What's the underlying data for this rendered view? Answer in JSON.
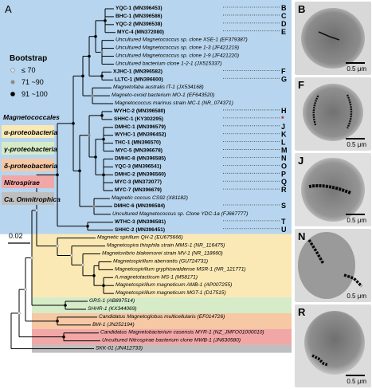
{
  "panel_label": "A",
  "bootstrap": {
    "title": "Bootstrap",
    "items": [
      "≤ 70",
      "71 ~90",
      "91 ~100"
    ]
  },
  "groups_title": "Magnetococcales",
  "groups": [
    "α-proteobacteria",
    "γ-proteobacteria",
    "δ-proteobacteria",
    "Nitrospirae",
    "Ca. Omnitrophica"
  ],
  "scale": "0.02",
  "colors": {
    "magnetococcales": "#b7d5ee",
    "alpha": "#fbe9b5",
    "gamma": "#d6ecc8",
    "delta": "#f6c8a4",
    "nitrospirae": "#f2a7a7",
    "omnitrophica": "#bfbfbf"
  },
  "taxa": [
    {
      "label": "YQC-1 (MN396453)",
      "code": "B"
    },
    {
      "label": "BHC-1 (MN396586)",
      "code": "C"
    },
    {
      "label": "YQC-2 (MN396538)",
      "code": "D"
    },
    {
      "label": "MYC-4 (MN372080)",
      "code": "E"
    },
    {
      "label": "Uncultured Magnetococcus sp. clone XSE-1 (EF379387)",
      "code": ""
    },
    {
      "label": "Uncultured Magnetococcus sp. clone 1-3 (JF421219)",
      "code": ""
    },
    {
      "label": "Uncultured Magnetococcus sp. clone 1-9 (JF421220)",
      "code": ""
    },
    {
      "label": "Uncultured bacterium clone 1-2-1 (JX515337)",
      "code": ""
    },
    {
      "label": "XJHC-1 (MN396582)",
      "code": "F"
    },
    {
      "label": "LLTC-1 (MN396600)",
      "code": "G"
    },
    {
      "label": "Magnetofaba australis IT-1 (JX534168)",
      "code": ""
    },
    {
      "label": "Magneto-ovoid bacterium MO-1 (EF643520)",
      "code": ""
    },
    {
      "label": "Magnetococcus marinus strain MC-1 (NR_074371)",
      "code": ""
    },
    {
      "label": "WYHC-2 (MN396580)",
      "code": "H"
    },
    {
      "label": "SHHC-1 (KY302295)",
      "code": "*"
    },
    {
      "label": "DMHC-1 (MN396579)",
      "code": "J"
    },
    {
      "label": "WYHC-1 (MN396452)",
      "code": "K"
    },
    {
      "label": "THC-1 (MN396570)",
      "code": "L"
    },
    {
      "label": "MYC-5 (MN396678)",
      "code": "M"
    },
    {
      "label": "DMHC-8 (MN396585)",
      "code": "N"
    },
    {
      "label": "YQC-3 (MN396541)",
      "code": "O"
    },
    {
      "label": "DMHC-2 (MN396560)",
      "code": "P"
    },
    {
      "label": "MYC-3 (MN372077)",
      "code": "Q"
    },
    {
      "label": "MYC-7 (MN396679)",
      "code": "R"
    },
    {
      "label": "Magnetic coccus CS92 (X81182)",
      "code": ""
    },
    {
      "label": "DMHC-6 (MN396584)",
      "code": "S"
    },
    {
      "label": "Uncultured Magnetococcus sp. Clone YDC-1a (FJ667777)",
      "code": ""
    },
    {
      "label": "WTHC-3 (MN396581)",
      "code": "T"
    },
    {
      "label": "SHHC-2 (MN396451)",
      "code": "U"
    },
    {
      "label": "Magnetic spirillum QH-2 (EU675666)",
      "code": ""
    },
    {
      "label": "Magnetospira thiophila strain MMS-1 (NR_116475)",
      "code": ""
    },
    {
      "label": "Magnetovibrio blakemorei strain MV-1 (NR_118660)",
      "code": ""
    },
    {
      "label": "Magnetospirillum aberrantis (GU724731)",
      "code": ""
    },
    {
      "label": "Magnetospirillum gryphiswaldense MSR-1 (NR_121771)",
      "code": ""
    },
    {
      "label": "A.magnetotacticum MS-1 (M58171)",
      "code": ""
    },
    {
      "label": "Magnetospirillum magneticum AMB-1 (AP007255)",
      "code": ""
    },
    {
      "label": "Magnetospirillum magneticum MGT-1 (D17515)",
      "code": ""
    },
    {
      "label": "GRS-1 (AB897514)",
      "code": ""
    },
    {
      "label": "SHHR-1 (KX344069)",
      "code": ""
    },
    {
      "label": "Candidatus Magnetoglobus multicellularis (EF014726)",
      "code": ""
    },
    {
      "label": "BW-1 (JN252194)",
      "code": ""
    },
    {
      "label": "Candidatus Magnetobacterium casensis MYR-1 (NZ_JMFO01000010)",
      "code": ""
    },
    {
      "label": "Uncultured Nitrospirae bacterium clone MWB-1 (JN630580)",
      "code": ""
    },
    {
      "label": "SKK-01 (JN412733)",
      "code": ""
    }
  ],
  "micrographs": [
    {
      "letter": "B",
      "scale": "0.5 μm"
    },
    {
      "letter": "F",
      "scale": "0.5 μm"
    },
    {
      "letter": "J",
      "scale": "0.5 μm"
    },
    {
      "letter": "N",
      "scale": "0.5 μm"
    },
    {
      "letter": "R",
      "scale": "0.5 μm"
    }
  ]
}
